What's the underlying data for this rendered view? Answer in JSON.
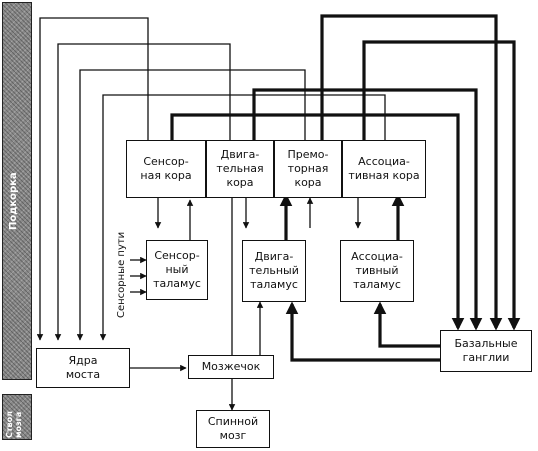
{
  "side": {
    "top_label": "Подкорка",
    "bottom_label": "Ствол мозга"
  },
  "cortex": {
    "sensory": "Сенсор-\nная кора",
    "motor": "Двига-\nтельная\nкора",
    "premotor": "Премо-\nторная\nкора",
    "association": "Ассоциа-\nтивная кора"
  },
  "thalamus": {
    "sensory": "Сенсор-\nный\nталамус",
    "motor": "Двига-\nтельный\nталамус",
    "association": "Ассоциа-\nтивный\nталамус"
  },
  "lower": {
    "pons": "Ядра\nмоста",
    "cerebellum": "Мозжечок",
    "spinal_cord": "Спинной\nмозг",
    "basal_ganglia": "Базальные\nганглии"
  },
  "sensory_paths_label": "Сенсорные пути"
}
